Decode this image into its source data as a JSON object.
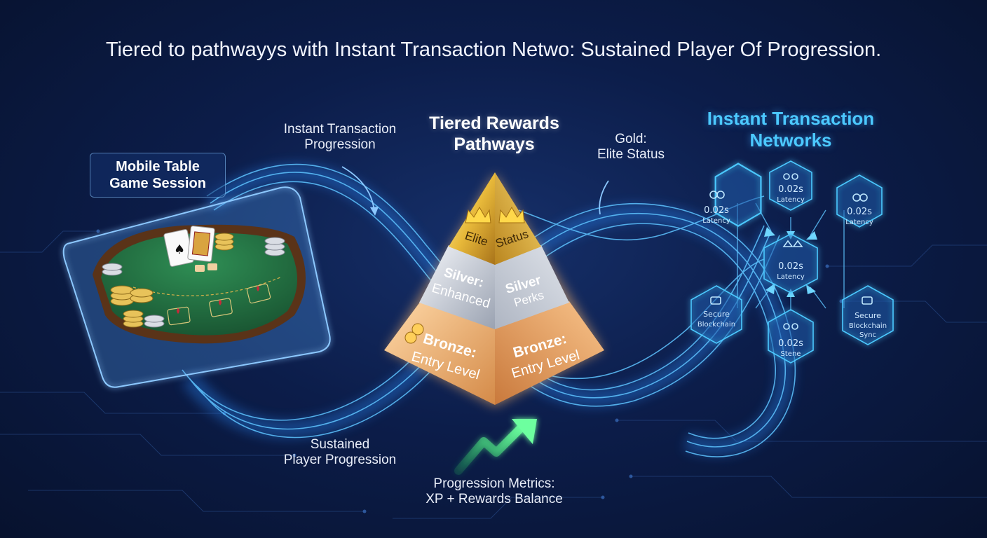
{
  "title": "Tiered to pathwayys with Instant Transaction Netwo: Sustained Player Of Progression.",
  "labels": {
    "instant_transaction_progression": [
      "Instant Transaction",
      "Progression"
    ],
    "tiered_rewards": [
      "Tiered Rewards",
      "Pathways"
    ],
    "gold_elite": [
      "Gold:",
      "Elite Status"
    ],
    "instant_networks": [
      "Instant Transaction",
      "Networks"
    ],
    "mobile_session": [
      "Mobile Table",
      "Game Session"
    ],
    "sustained": [
      "Sustained",
      "Player Progression"
    ],
    "metrics": [
      "Progression Metrics:",
      "XP + Rewards Balance"
    ]
  },
  "pyramid": {
    "top": [
      "Elite",
      "Status"
    ],
    "silver_left": [
      "Silver:",
      "Enhanced"
    ],
    "silver_right": [
      "Silver",
      "Perks"
    ],
    "bronze_left": [
      "Bronze:",
      "Entry Level"
    ],
    "bronze_right": [
      "Bronze:",
      "Entry Level"
    ]
  },
  "network": {
    "nodes": [
      {
        "id": "top-left",
        "lines": [
          "0.02s",
          "Latency"
        ]
      },
      {
        "id": "top",
        "lines": [
          "0.02s",
          "Latency"
        ]
      },
      {
        "id": "top-right",
        "lines": [
          "0.02s",
          "Latency"
        ]
      },
      {
        "id": "center",
        "lines": [
          "0.02s",
          "Latency"
        ]
      },
      {
        "id": "bottom-left",
        "lines": [
          "Secure",
          "Blockchain"
        ]
      },
      {
        "id": "bottom",
        "lines": [
          "0.02s",
          "Stene"
        ]
      },
      {
        "id": "bottom-right",
        "lines": [
          "Secure",
          "Blockchain",
          "Sync"
        ]
      }
    ]
  },
  "colors": {
    "background": "#0c1d4a",
    "accent_cyan": "#4cc9ff",
    "gold": "#e8b93a",
    "silver": "#c9ced8",
    "bronze": "#e8a86a",
    "felt": "#1f6b3f",
    "arrow_green": "#4fe089"
  },
  "icons": [
    "crown-icon",
    "link-icon",
    "blockchain-icon",
    "growth-arrow-icon",
    "playing-card-icon",
    "chip-stack-icon"
  ]
}
